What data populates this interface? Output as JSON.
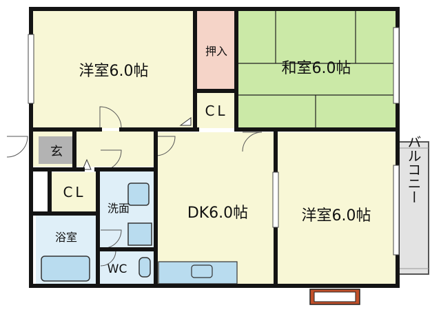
{
  "rooms": {
    "western_nw": "洋室6.0帖",
    "japanese": "和室6.0帖",
    "oshiire": "押入",
    "cl_upper": "CL",
    "entrance": "玄",
    "cl_lower": "CL",
    "washroom": "洗面",
    "bath": "浴室",
    "wc": "WC",
    "dk": "DK6.0帖",
    "western_se": "洋室6.0帖",
    "balcony": "バルコニー"
  },
  "colors": {
    "western": "#f8f7d6",
    "tatami": "#cbe9a7",
    "oshiire": "#f5d4c8",
    "wet": "#dfeff8",
    "fixture": "#b9dcef",
    "entrance": "#b3b3b3",
    "balcony": "#e3e3e3",
    "wall": "#141414",
    "window_box": "#c2502a"
  }
}
